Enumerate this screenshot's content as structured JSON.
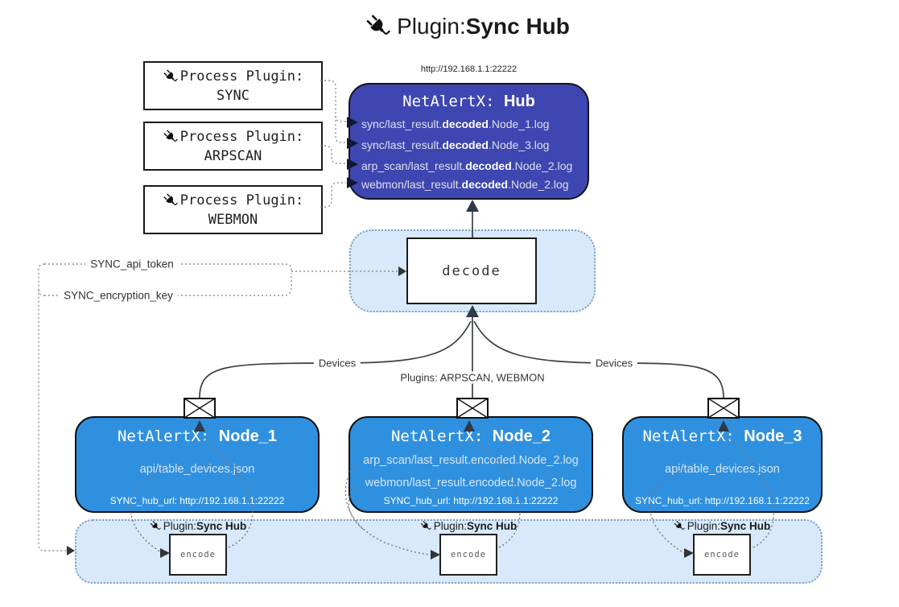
{
  "title": {
    "icon": "plug-icon",
    "prefix": "Plugin: ",
    "name": "Sync Hub"
  },
  "process_plugins": [
    {
      "label": "Process Plugin:",
      "name": "SYNC"
    },
    {
      "label": "Process Plugin:",
      "name": "ARPSCAN"
    },
    {
      "label": "Process Plugin:",
      "name": "WEBMON"
    }
  ],
  "hub": {
    "url": "http://192.168.1.1:22222",
    "name_prefix": "NetAlertX: ",
    "name": "Hub",
    "log_lines": [
      {
        "pre": "sync/last_result.",
        "em": "decoded",
        "post": ".Node_1.log"
      },
      {
        "pre": "sync/last_result.",
        "em": "decoded",
        "post": ".Node_3.log"
      },
      {
        "pre": "arp_scan/last_result.",
        "em": "decoded",
        "post": ".Node_2.log"
      },
      {
        "pre": "webmon/last_result.",
        "em": "decoded",
        "post": ".Node_2.log"
      }
    ]
  },
  "decode": {
    "label": "decode"
  },
  "keys": {
    "api_token": "SYNC_api_token",
    "encryption_key": "SYNC_encryption_key"
  },
  "flow_labels": {
    "devices_left": "Devices",
    "plugins": "Plugins: ARPSCAN, WEBMON",
    "devices_right": "Devices"
  },
  "nodes": [
    {
      "name_prefix": "NetAlertX: ",
      "name": "Node_1",
      "files": [
        "api/table_devices.json"
      ],
      "hub_url": "SYNC_hub_url: http://192.168.1.1:22222"
    },
    {
      "name_prefix": "NetAlertX: ",
      "name": "Node_2",
      "files": [
        "arp_scan/last_result.encoded.Node_2.log",
        "webmon/last_result.encoded.Node_2.log"
      ],
      "hub_url": "SYNC_hub_url: http://192.168.1.1:22222"
    },
    {
      "name_prefix": "NetAlertX: ",
      "name": "Node_3",
      "files": [
        "api/table_devices.json"
      ],
      "hub_url": "SYNC_hub_url: http://192.168.1.1:22222"
    }
  ],
  "encoders": [
    {
      "plugin_prefix": "Plugin: ",
      "plugin_name": "Sync Hub",
      "box_label": "encode"
    },
    {
      "plugin_prefix": "Plugin: ",
      "plugin_name": "Sync Hub",
      "box_label": "encode"
    },
    {
      "plugin_prefix": "Plugin: ",
      "plugin_name": "Sync Hub",
      "box_label": "encode"
    }
  ],
  "colors": {
    "hub_fill": "#3E46B1",
    "node_fill": "#2F90E0",
    "band_fill": "#D7E9FA",
    "band_border": "#7FA0BC",
    "line": "#3A3F45"
  }
}
